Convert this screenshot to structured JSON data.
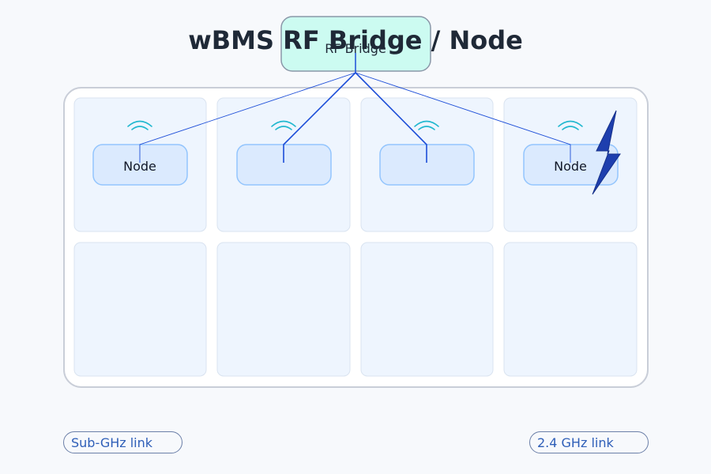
{
  "title": "wBMS RF Bridge / Node",
  "bridge": {
    "label": "RF Bridge"
  },
  "nodes": [
    {
      "label": "Node"
    },
    {
      "label": ""
    },
    {
      "label": ""
    },
    {
      "label": "Node"
    }
  ],
  "legend": {
    "sub_ghz": "Sub-GHz link",
    "ghz_24": "2.4 GHz link"
  },
  "colors": {
    "link": "#1d4ed8",
    "wifi": "#22b8cf",
    "bridge_fill": "#ccfbf1",
    "node_fill": "#dbeafe",
    "bolt": "#1e3fae"
  },
  "icons": [
    "wifi-icon",
    "lightning-bolt-icon"
  ]
}
